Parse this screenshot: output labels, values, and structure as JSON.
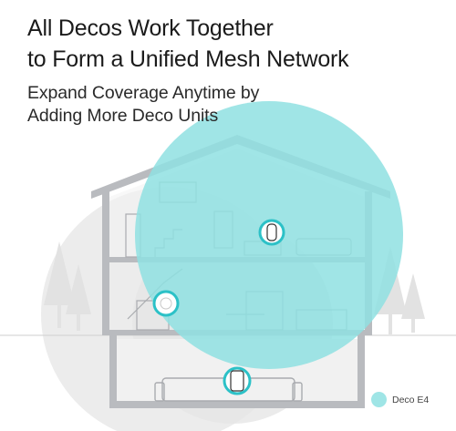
{
  "headline": {
    "line1": "All Decos Work Together",
    "line2": "to Form a Unified Mesh Network"
  },
  "subhead": {
    "line1": "Expand Coverage Anytime by",
    "line2": "Adding More Deco Units"
  },
  "legend": {
    "label": "Deco E4",
    "color": "#9fe5e6"
  },
  "colors": {
    "coverage_active": "#8fe0e2",
    "coverage_inactive": "#e9e9e9",
    "deco_ring": "#2cc1c7",
    "house_wall": "#bdbfc3",
    "house_line": "#8d8f93"
  },
  "icons": [
    "deco-unit-icon"
  ]
}
